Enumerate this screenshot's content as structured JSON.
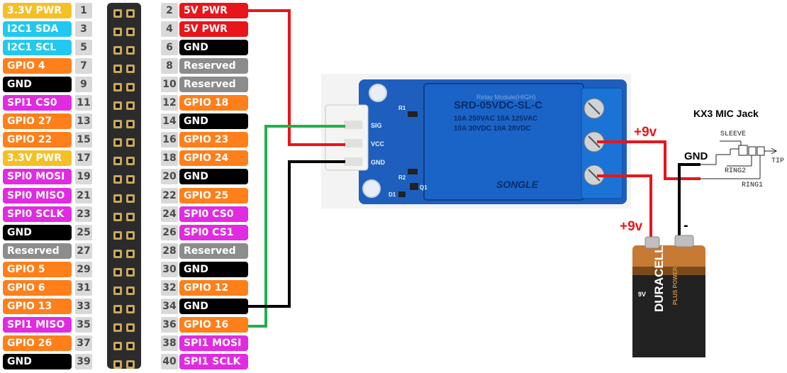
{
  "left_pins": [
    {
      "num": "1",
      "label": "3.3V PWR",
      "color": "#f5c026"
    },
    {
      "num": "3",
      "label": "I2C1 SDA",
      "color": "#22c8f0"
    },
    {
      "num": "5",
      "label": "I2C1 SCL",
      "color": "#22c8f0"
    },
    {
      "num": "7",
      "label": "GPIO 4",
      "color": "#ff7f1a"
    },
    {
      "num": "9",
      "label": "GND",
      "color": "#000000"
    },
    {
      "num": "11",
      "label": "SPI1 CS0",
      "color": "#e02be0"
    },
    {
      "num": "13",
      "label": "GPIO 27",
      "color": "#ff7f1a"
    },
    {
      "num": "15",
      "label": "GPIO 22",
      "color": "#ff7f1a"
    },
    {
      "num": "17",
      "label": "3.3V PWR",
      "color": "#f5c026"
    },
    {
      "num": "19",
      "label": "SPI0 MOSI",
      "color": "#e02be0"
    },
    {
      "num": "21",
      "label": "SPI0 MISO",
      "color": "#e02be0"
    },
    {
      "num": "23",
      "label": "SPI0 SCLK",
      "color": "#e02be0"
    },
    {
      "num": "25",
      "label": "GND",
      "color": "#000000"
    },
    {
      "num": "27",
      "label": "Reserved",
      "color": "#8c8c8c"
    },
    {
      "num": "29",
      "label": "GPIO 5",
      "color": "#ff7f1a"
    },
    {
      "num": "31",
      "label": "GPIO 6",
      "color": "#ff7f1a"
    },
    {
      "num": "33",
      "label": "GPIO 13",
      "color": "#ff7f1a"
    },
    {
      "num": "35",
      "label": "SPI1 MISO",
      "color": "#e02be0"
    },
    {
      "num": "37",
      "label": "GPIO 26",
      "color": "#ff7f1a"
    },
    {
      "num": "39",
      "label": "GND",
      "color": "#000000"
    }
  ],
  "right_pins": [
    {
      "num": "2",
      "label": "5V PWR",
      "color": "#e8151b"
    },
    {
      "num": "4",
      "label": "5V PWR",
      "color": "#e8151b"
    },
    {
      "num": "6",
      "label": "GND",
      "color": "#000000"
    },
    {
      "num": "8",
      "label": "Reserved",
      "color": "#8c8c8c"
    },
    {
      "num": "10",
      "label": "Reserved",
      "color": "#8c8c8c"
    },
    {
      "num": "12",
      "label": "GPIO 18",
      "color": "#ff7f1a"
    },
    {
      "num": "14",
      "label": "GND",
      "color": "#000000"
    },
    {
      "num": "16",
      "label": "GPIO 23",
      "color": "#ff7f1a"
    },
    {
      "num": "18",
      "label": "GPIO 24",
      "color": "#ff7f1a"
    },
    {
      "num": "20",
      "label": "GND",
      "color": "#000000"
    },
    {
      "num": "22",
      "label": "GPIO 25",
      "color": "#ff7f1a"
    },
    {
      "num": "24",
      "label": "SPI0 CS0",
      "color": "#e02be0"
    },
    {
      "num": "26",
      "label": "SPI0 CS1",
      "color": "#e02be0"
    },
    {
      "num": "28",
      "label": "Reserved",
      "color": "#8c8c8c"
    },
    {
      "num": "30",
      "label": "GND",
      "color": "#000000"
    },
    {
      "num": "32",
      "label": "GPIO 12",
      "color": "#ff7f1a"
    },
    {
      "num": "34",
      "label": "GND",
      "color": "#000000"
    },
    {
      "num": "36",
      "label": "GPIO 16",
      "color": "#ff7f1a"
    },
    {
      "num": "38",
      "label": "SPI1 MOSI",
      "color": "#e02be0"
    },
    {
      "num": "40",
      "label": "SPI1 SCLK",
      "color": "#e02be0"
    }
  ],
  "relay": {
    "module_text": "Relay Module(HIGH)",
    "relay_model": "SRD-05VDC-SL-C",
    "relay_ratings": [
      "10A 250VAC  10A 125VAC",
      "10A 30VDC  10A 28VDC"
    ],
    "brand": "SONGLE",
    "pin_labels": [
      "SIG",
      "VCC",
      "GND"
    ],
    "smd_labels": [
      "R1",
      "R2",
      "Q1",
      "D1"
    ]
  },
  "annotations": {
    "plus9v_top": "+9v",
    "plus9v_battery": "+9v",
    "gnd": "GND",
    "minus": "-",
    "mic_jack_title": "KX3 MIC Jack",
    "sleeve": "SLEEVE",
    "tip": "TIP",
    "ring2": "RING2",
    "ring1": "RING1"
  },
  "battery": {
    "brand": "DURACELL",
    "sub": "PLUS POWER",
    "volt": "9V"
  },
  "colors": {
    "wire_red": "#e8151b",
    "wire_green": "#22b04b",
    "wire_black": "#000000",
    "relay_board": "#1e5fbd",
    "relay_body": "#1a63c7"
  }
}
